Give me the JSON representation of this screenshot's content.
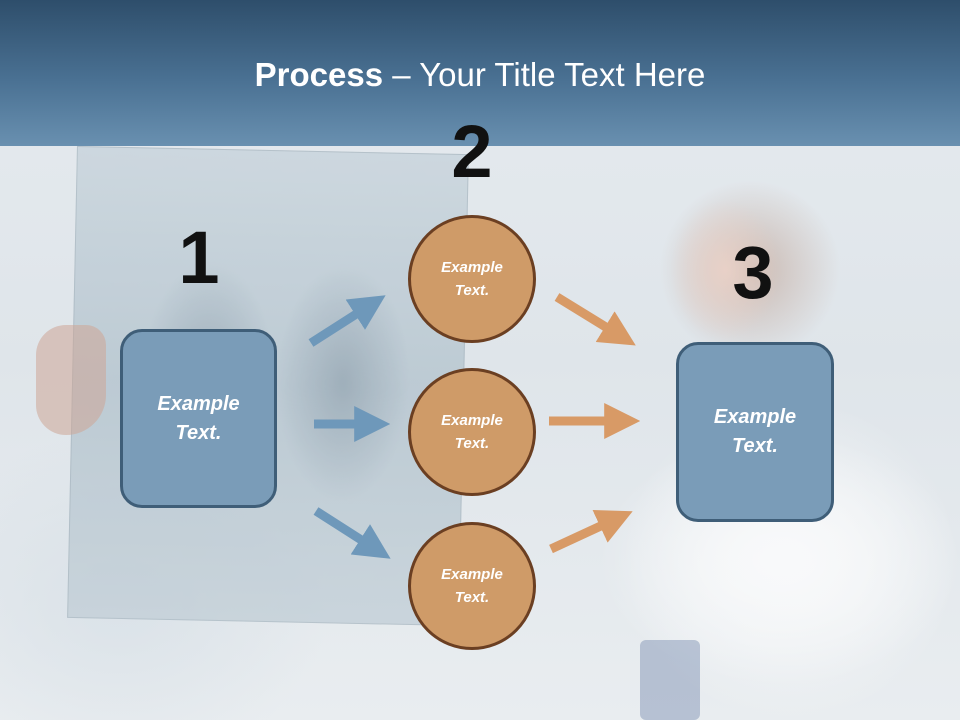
{
  "title": {
    "bold": "Process",
    "rest": " – Your Title Text Here"
  },
  "steps": {
    "one": "1",
    "two": "2",
    "three": "3"
  },
  "left_box": {
    "text": "Example\nText."
  },
  "right_box": {
    "text": "Example\nText."
  },
  "circles": [
    {
      "text": "Example\nText."
    },
    {
      "text": "Example\nText."
    },
    {
      "text": "Example\nText."
    }
  ],
  "colors": {
    "header_dark": "#2e4e6b",
    "header_light": "#6990b0",
    "box_fill": "#7a9cb8",
    "box_border": "#3f5e78",
    "circle_fill": "#cf9b68",
    "circle_border": "#6b3f22",
    "blue_arrow": "#6e98ba",
    "orange_arrow": "#d89a66"
  }
}
